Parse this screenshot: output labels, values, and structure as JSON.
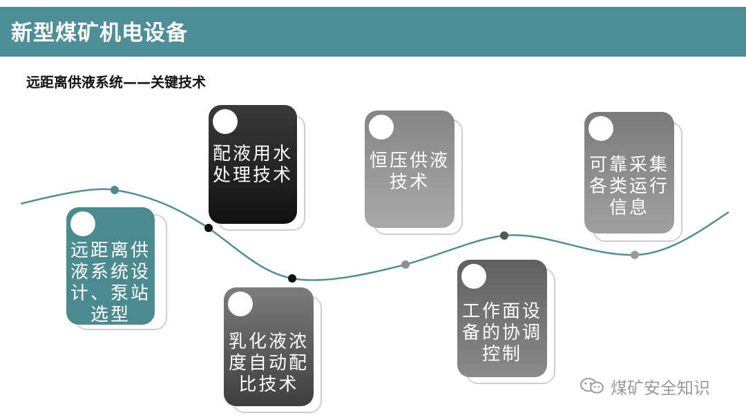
{
  "header": {
    "title": "新型煤矿机电设备",
    "bg_color": "#4e8e97"
  },
  "subtitle": "远距离供液系统——关键技术",
  "cards": [
    {
      "label": "远距离供液系统设计、泵站选型",
      "color": "#4b8a8f"
    },
    {
      "label": "配液用水处理技术",
      "color": "#1c1c1c"
    },
    {
      "label": "乳化液浓度自动配比技术",
      "color": "#5a5a5a"
    },
    {
      "label": "恒压供液技术",
      "color": "#9a9a9a"
    },
    {
      "label": "工作面设备的协调控制",
      "color": "#747474"
    },
    {
      "label": "可靠采集各类运行信息",
      "color": "#8e8e8e"
    }
  ],
  "card_lines": [
    [
      "远距离供",
      "液系统设",
      "计、泵站",
      "选型"
    ],
    [
      "配液用水",
      "处理技术"
    ],
    [
      "乳化液浓",
      "度自动配",
      "比技术"
    ],
    [
      "恒压供液",
      "技术"
    ],
    [
      "工作面设",
      "备的协调",
      "控制"
    ],
    [
      "可靠采集",
      "各类运行",
      "信息"
    ]
  ],
  "watermark": "煤矿安全知识",
  "wave_color": "#4e8e97"
}
